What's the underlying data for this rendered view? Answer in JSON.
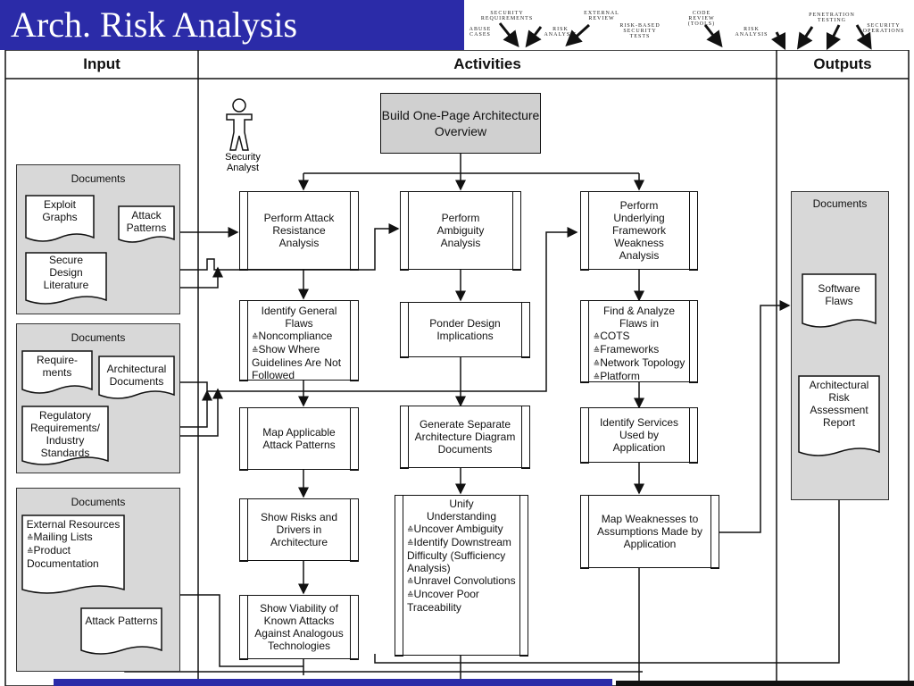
{
  "slide": {
    "title": "Arch. Risk Analysis"
  },
  "strip": {
    "labels_top": [
      "SECURITY\nREQUIREMENTS",
      "EXTERNAL\nREVIEW",
      "CODE\nREVIEW\n(TOOLS)",
      "PENETRATION\nTESTING"
    ],
    "labels_bottom": [
      "ABUSE\nCASES",
      "RISK\nANALYSIS",
      "RISK-BASED\nSECURITY\nTESTS",
      "RISK\nANALYSIS",
      "SECURITY\nOPERATIONS"
    ]
  },
  "headers": {
    "input": "Input",
    "activities": "Activities",
    "outputs": "Outputs"
  },
  "actor": {
    "label": "Security Analyst"
  },
  "input": {
    "panel1": {
      "title": "Documents",
      "docs": [
        "Exploit Graphs",
        "Attack Patterns",
        "Secure Design Literature"
      ]
    },
    "panel2": {
      "title": "Documents",
      "docs": [
        "Require-ments",
        "Architectural Documents",
        "Regulatory Requirements/ Industry Standards"
      ]
    },
    "panel3": {
      "title": "Documents",
      "external": "External Resources",
      "bullets": [
        "Mailing Lists",
        "Product Documentation"
      ],
      "attack": "Attack Patterns"
    }
  },
  "activities": {
    "overview": "Build One-Page Architecture Overview",
    "col1": {
      "attack": "Perform Attack Resistance Analysis",
      "flaws_title": "Identify General Flaws",
      "flaws_bullets": [
        "Noncompliance",
        "Show Where Guidelines Are Not Followed"
      ],
      "map": "Map Applicable Attack Patterns",
      "risks": "Show Risks and Drivers in Architecture",
      "viability": "Show Viability of Known Attacks Against Analogous Technologies"
    },
    "col2": {
      "ambiguity": "Perform Ambiguity Analysis",
      "ponder": "Ponder Design Implications",
      "generate": "Generate Separate Architecture Diagram Documents",
      "unify_title": "Unify Understanding",
      "unify_bullets": [
        "Uncover Ambiguity",
        "Identify Downstream Difficulty (Sufficiency Analysis)",
        "Unravel Convolutions",
        "Uncover Poor Traceability"
      ]
    },
    "col3": {
      "framework": "Perform Underlying Framework Weakness Analysis",
      "find_title": "Find & Analyze Flaws in",
      "find_bullets": [
        "COTS",
        "Frameworks",
        "Network Topology",
        "Platform"
      ],
      "services": "Identify Services Used by Application",
      "weakness": "Map Weaknesses to Assumptions Made by Application"
    }
  },
  "outputs": {
    "title": "Documents",
    "docs": [
      "Software Flaws",
      "Architectural Risk Assessment Report"
    ]
  }
}
